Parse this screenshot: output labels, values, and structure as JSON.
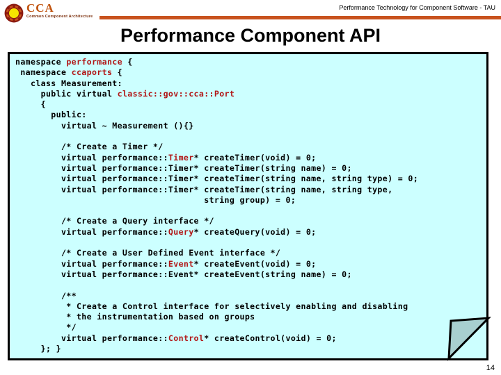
{
  "header": {
    "logo": {
      "mark_name": "cca-circular-emblem",
      "title": "CCA",
      "subtitle": "Common Component Architecture",
      "ring_color": "#8B1A10",
      "center_color": "#F5E500",
      "title_color": "#C1540F"
    },
    "rule_color": "#C8521E",
    "tagline": "Performance Technology for Component Software - TAU"
  },
  "title": "Performance Component API",
  "code": {
    "background_color": "#CCFFFF",
    "border_color": "#000000",
    "highlight_color": "#B11616",
    "lines": [
      [
        {
          "t": "namespace ",
          "c": "plain"
        },
        {
          "t": "performance",
          "c": "red"
        },
        {
          "t": " {",
          "c": "plain"
        }
      ],
      [
        {
          "t": " namespace ",
          "c": "plain"
        },
        {
          "t": "ccaports",
          "c": "red"
        },
        {
          "t": " {",
          "c": "plain"
        }
      ],
      [
        {
          "t": "   class Measurement:",
          "c": "plain"
        }
      ],
      [
        {
          "t": "     public virtual ",
          "c": "plain"
        },
        {
          "t": "classic::gov::cca::Port",
          "c": "red"
        }
      ],
      [
        {
          "t": "     {",
          "c": "plain"
        }
      ],
      [
        {
          "t": "       public:",
          "c": "plain"
        }
      ],
      [
        {
          "t": "         virtual ~ Measurement (){}",
          "c": "plain"
        }
      ],
      [
        {
          "t": "",
          "c": "plain"
        }
      ],
      [
        {
          "t": "         /* Create a Timer */",
          "c": "plain"
        }
      ],
      [
        {
          "t": "         virtual performance::",
          "c": "plain"
        },
        {
          "t": "Timer",
          "c": "red"
        },
        {
          "t": "* createTimer(void) = 0;",
          "c": "plain"
        }
      ],
      [
        {
          "t": "         virtual performance::Timer* createTimer(string name) = 0;",
          "c": "plain"
        }
      ],
      [
        {
          "t": "         virtual performance::Timer* createTimer(string name, string type) = 0;",
          "c": "plain"
        }
      ],
      [
        {
          "t": "         virtual performance::Timer* createTimer(string name, string type,",
          "c": "plain"
        }
      ],
      [
        {
          "t": "                                     string group) = 0;",
          "c": "plain"
        }
      ],
      [
        {
          "t": "",
          "c": "plain"
        }
      ],
      [
        {
          "t": "         /* Create a Query interface */",
          "c": "plain"
        }
      ],
      [
        {
          "t": "         virtual performance::",
          "c": "plain"
        },
        {
          "t": "Query",
          "c": "red"
        },
        {
          "t": "* createQuery(void) = 0;",
          "c": "plain"
        }
      ],
      [
        {
          "t": "",
          "c": "plain"
        }
      ],
      [
        {
          "t": "         /* Create a User Defined Event interface */",
          "c": "plain"
        }
      ],
      [
        {
          "t": "         virtual performance::",
          "c": "plain"
        },
        {
          "t": "Event",
          "c": "red"
        },
        {
          "t": "* createEvent(void) = 0;",
          "c": "plain"
        }
      ],
      [
        {
          "t": "         virtual performance::Event* createEvent(string name) = 0;",
          "c": "plain"
        }
      ],
      [
        {
          "t": "",
          "c": "plain"
        }
      ],
      [
        {
          "t": "         /**",
          "c": "plain"
        }
      ],
      [
        {
          "t": "          * Create a Control interface for selectively enabling and disabling",
          "c": "plain"
        }
      ],
      [
        {
          "t": "          * the instrumentation based on groups",
          "c": "plain"
        }
      ],
      [
        {
          "t": "          */",
          "c": "plain"
        }
      ],
      [
        {
          "t": "         virtual performance::",
          "c": "plain"
        },
        {
          "t": "Control",
          "c": "red"
        },
        {
          "t": "* createControl(void) = 0;",
          "c": "plain"
        }
      ],
      [
        {
          "t": "     }; }",
          "c": "plain"
        }
      ]
    ]
  },
  "footer": {
    "page_number": "14"
  }
}
